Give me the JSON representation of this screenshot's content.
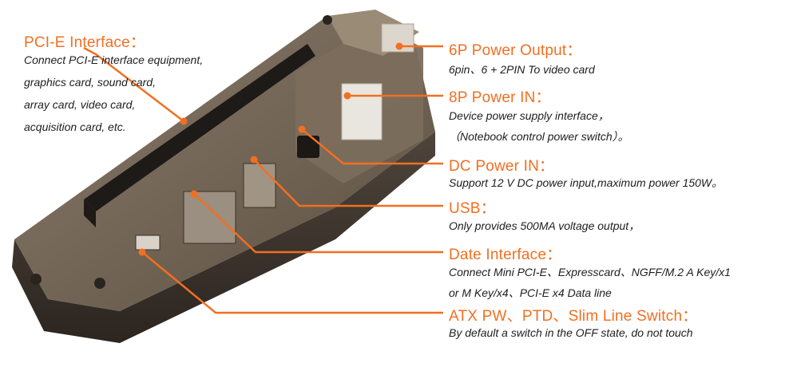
{
  "colors": {
    "accent": "#f26f21",
    "text": "#1e1e1e",
    "device_body": "#5c5145",
    "device_dark": "#2a241f"
  },
  "callouts": [
    {
      "title": "PCI-E Interface：",
      "lines": [
        "Connect PCI-E interface equipment,",
        "graphics card, sound card,",
        "array card, video card,",
        "acquisition card, etc."
      ]
    },
    {
      "title": "6P Power Output：",
      "lines": [
        "6pin、6 + 2PIN To video card"
      ]
    },
    {
      "title": "8P Power IN：",
      "lines": [
        "Device power supply interface，",
        "（Notebook control power switch）。"
      ]
    },
    {
      "title": "DC Power IN：",
      "lines": [
        "Support 12 V DC power input,maximum power 150W。"
      ]
    },
    {
      "title": "USB：",
      "lines": [
        "Only provides 500MA voltage output，"
      ]
    },
    {
      "title": "Date Interface：",
      "lines": [
        "Connect Mini PCI-E、Expresscard、NGFF/M.2  A Key/x1",
        "or M Key/x4、PCI-E x4 Data line"
      ]
    },
    {
      "title": "ATX PW、PTD、Slim Line Switch：",
      "lines": [
        "By default a switch in the OFF state, do not touch"
      ]
    }
  ]
}
